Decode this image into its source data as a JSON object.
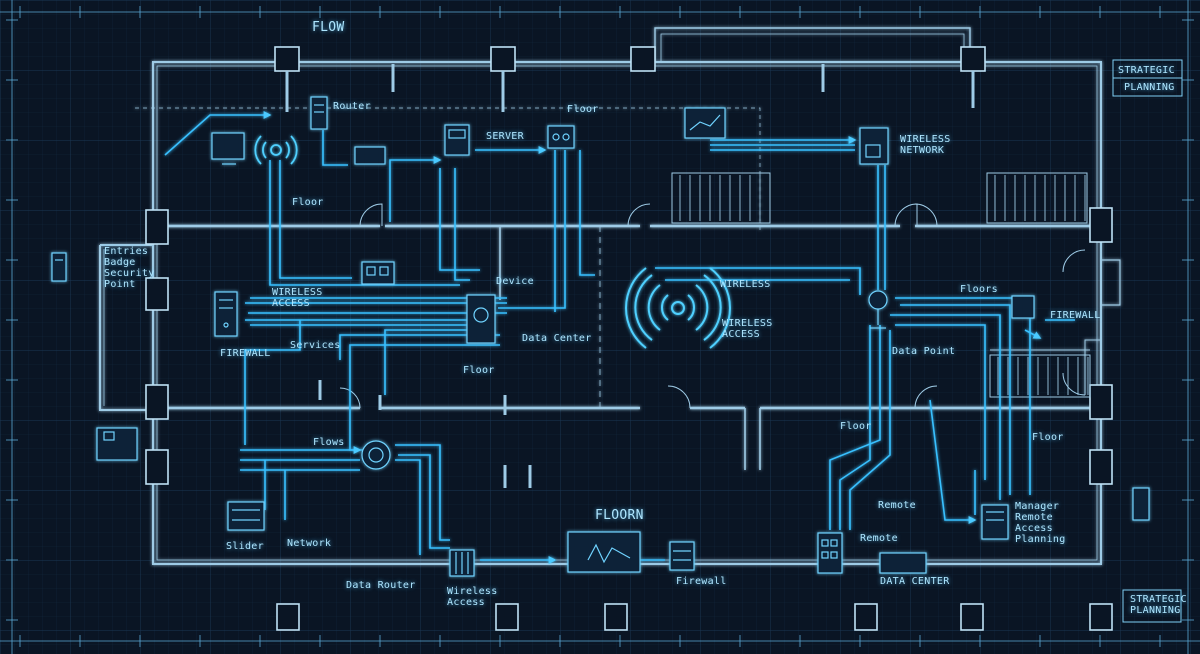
{
  "palette": {
    "background": "#0a1524",
    "grid": "#16304a",
    "wall": "#9ecbe6",
    "flow": "#39c0ff",
    "label": "#aee6ff"
  },
  "labels": {
    "flow_top": "FLOW",
    "strategic": "STRATEGIC",
    "planning": "PLANNING",
    "router": "Router",
    "floor_top": "Floor",
    "server": "SERVER",
    "wireless_network": "WIRELESS\nNETWORK",
    "floor_left": "Floor",
    "entry_notes": "Entries\nBadge\nSecurity\nPoint",
    "wireless_access_left": "WIRELESS\nACCESS",
    "firewall_left": "FIREWALL",
    "services": "Services",
    "data_center_mid": "Data Center",
    "device": "Device",
    "floor_mid": "Floor",
    "wireless_mid": "WIRELESS",
    "wireless_access_mid": "WIRELESS\nACCESS",
    "floors_right": "Floors",
    "firewall_right": "FIREWALL",
    "data_point": "Data Point",
    "floor_right": "Floor",
    "floor_center": "Floor",
    "flows": "Flows",
    "floorn": "FLOORN",
    "slider": "Slider",
    "network": "Network",
    "data_router": "Data Router",
    "wireless_access_bottom": "Wireless\nAccess",
    "firewall_bottom": "Firewall",
    "remote": "Remote",
    "remote_lower": "Remote",
    "data_center": "DATA CENTER",
    "manager_notes": "Manager\nRemote\nAccess\nPlanning",
    "strategic_planning_bottom": "STRATEGIC\nPLANNING"
  },
  "icons": [
    "server-rack-icon",
    "monitor-icon",
    "router-icon",
    "wireless-signal-icon",
    "access-point-icon",
    "firewall-icon",
    "switch-icon",
    "chart-screen-icon",
    "badge-reader-icon"
  ]
}
